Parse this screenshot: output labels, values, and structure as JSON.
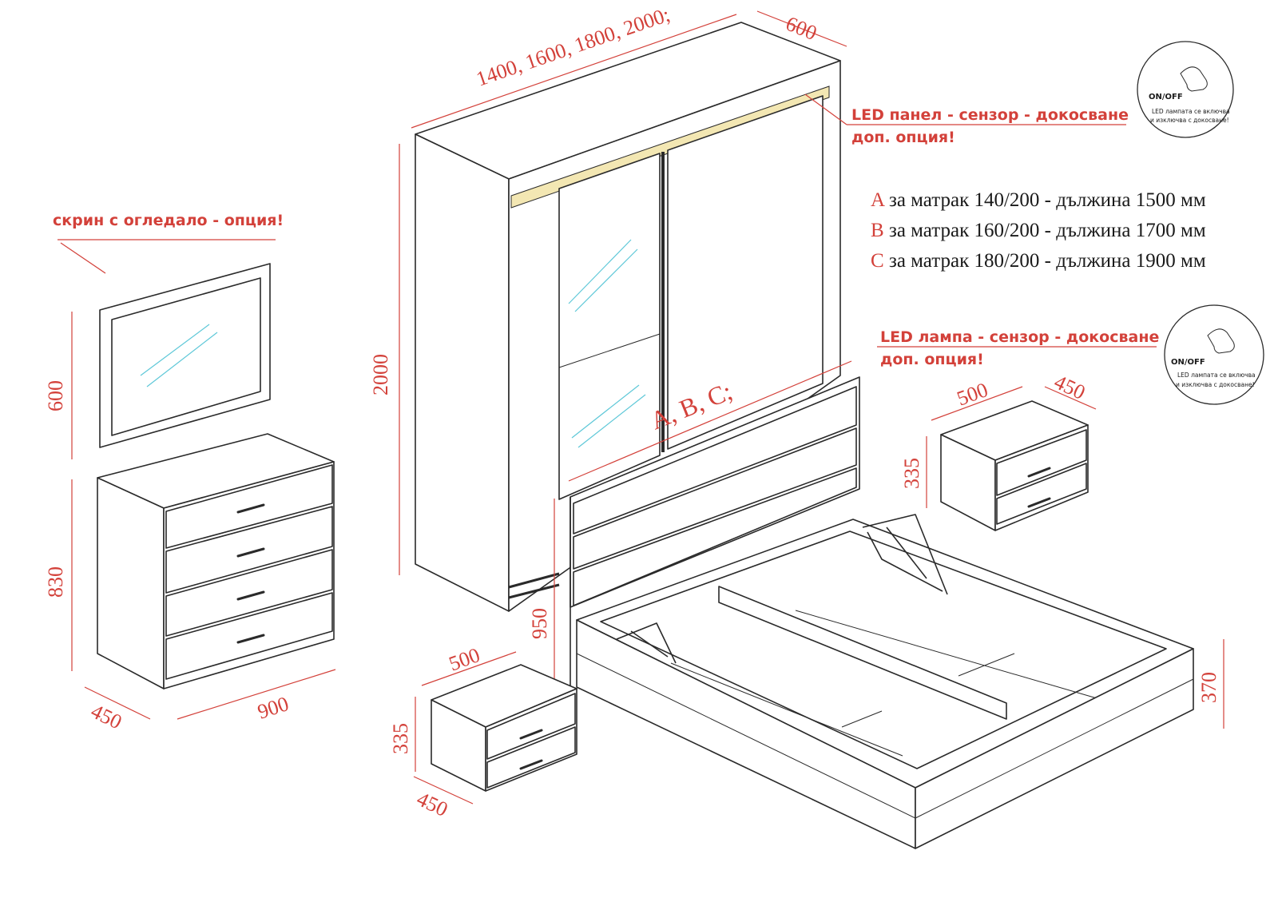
{
  "wardrobe": {
    "width_options": "1400, 1600, 1800, 2000;",
    "depth": "600",
    "height": "2000",
    "led_panel_note": "LED панел - сензор - докосване",
    "led_panel_option": "доп. опция!"
  },
  "dresser": {
    "mirror_note": "скрин с огледало - опция!",
    "mirror_height": "600",
    "height": "830",
    "depth": "450",
    "width": "900"
  },
  "bed": {
    "length_label": "A, B, C;",
    "headboard_height": "950",
    "frame_height": "370",
    "led_lamp_note": "LED лампа - сензор - докосване",
    "led_lamp_option": "доп. опция!",
    "specs": [
      {
        "key": "A",
        "text": " за матрак 140/200 - дължина 1500 мм"
      },
      {
        "key": "B",
        "text": " за матрак 160/200 - дължина 1700 мм"
      },
      {
        "key": "C",
        "text": " за матрак 180/200 - дължина 1900 мм"
      }
    ]
  },
  "nightstand_right": {
    "width": "500",
    "depth": "450",
    "height": "335"
  },
  "nightstand_left": {
    "width": "500",
    "depth": "450",
    "height": "335"
  },
  "badges": [
    {
      "title": "ON/OFF",
      "line1": "LED лампата се включва",
      "line2": "и изключва с докосване!"
    },
    {
      "title": "ON/OFF",
      "line1": "LED лампата се включва",
      "line2": "и изключва с докосване!"
    }
  ],
  "colors": {
    "dimension": "#d3413a",
    "line": "#2a2a2a",
    "glass": "#5ec8d8",
    "led": "#f3e7b3"
  }
}
